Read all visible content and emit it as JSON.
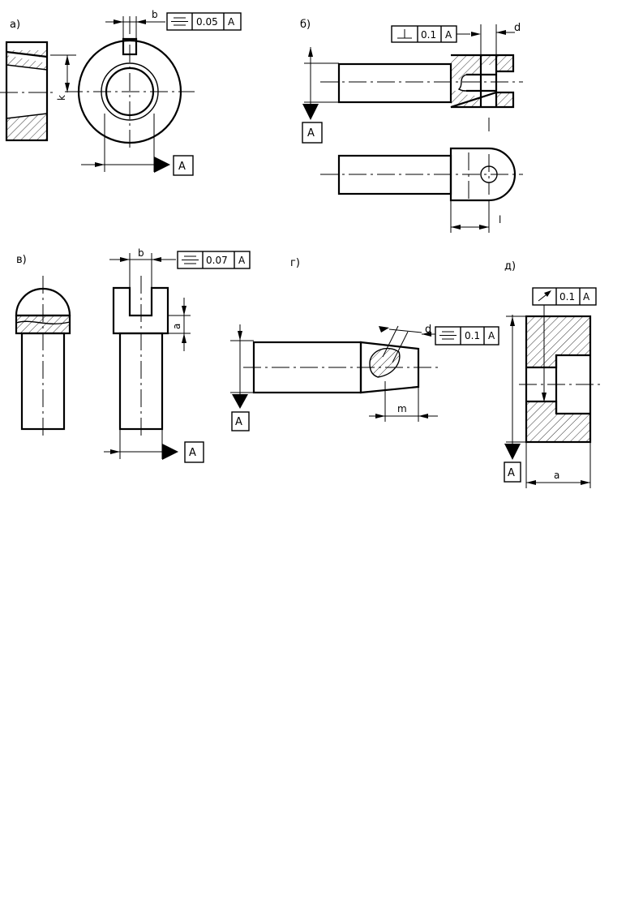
{
  "views": {
    "a": {
      "label": "а)",
      "frame": {
        "symbol": "symmetry",
        "tolerance": "0.05",
        "datum": "A"
      },
      "dim_width": "b",
      "dim_height": "k",
      "datum_box": "A"
    },
    "b": {
      "label": "б)",
      "frame": {
        "symbol": "perpendicularity",
        "tolerance": "0.1",
        "datum": "A"
      },
      "dim_width": "d",
      "dim_length": "l",
      "datum_box": "A"
    },
    "v": {
      "label": "в)",
      "frame": {
        "symbol": "symmetry",
        "tolerance": "0.07",
        "datum": "A"
      },
      "dim_width": "b",
      "dim_depth": "a",
      "datum_box": "A"
    },
    "g": {
      "label": "г)",
      "frame": {
        "symbol": "symmetry",
        "tolerance": "0.1",
        "datum": "A"
      },
      "dim_diameter": "d",
      "dim_length": "m",
      "datum_box": "A"
    },
    "d": {
      "label": "д)",
      "frame": {
        "symbol": "radial-runout",
        "tolerance": "0.1",
        "datum": "A"
      },
      "dim_length": "a",
      "datum_box": "A"
    }
  }
}
